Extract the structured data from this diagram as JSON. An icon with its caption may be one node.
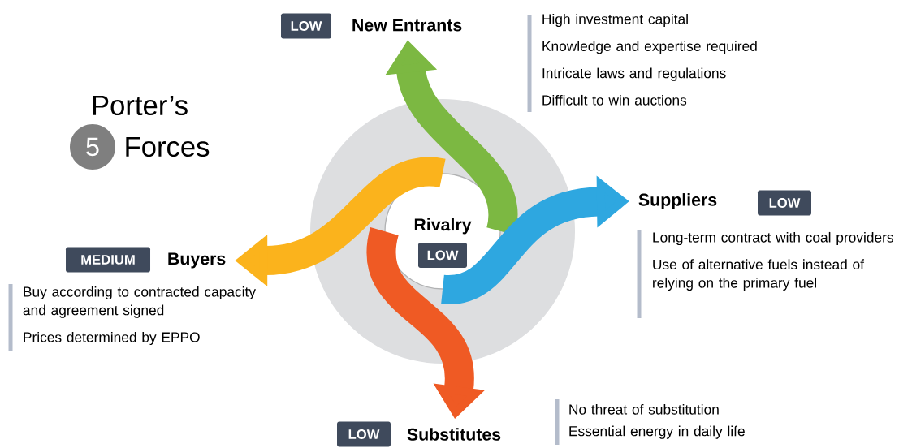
{
  "diagram": {
    "nodes": [
      {
        "text": [
          "Rivalry"
        ]
      },
      {
        "text": [
          "LOW"
        ],
        "in": 0
      },
      {
        "text": [
          "5"
        ],
        "beside": [
          "Forces"
        ]
      },
      {
        "text": [
          "LOW"
        ]
      },
      {
        "text": [
          "New Entrants"
        ]
      },
      {
        "text": [
          "High investment capital",
          "Knowledge and expertise required",
          "Intricate laws and regulations",
          "Difficult to win auctions"
        ]
      },
      {
        "text": [
          "Suppliers"
        ]
      },
      {
        "text": [
          "LOW"
        ]
      },
      {
        "text": [
          "Long-term contract with coal providers",
          "Use of alternative fuels instead of relying on the primary fuel"
        ]
      },
      {
        "text": [
          "MEDIUM"
        ]
      },
      {
        "text": [
          "Buyers"
        ]
      },
      {
        "text": [
          "Buy according to contracted capacity and agreement signed",
          "Prices determined by EPPO"
        ]
      },
      {
        "text": [
          "LOW"
        ]
      },
      {
        "text": [
          "Substitutes"
        ]
      },
      {
        "text": [
          "No threat of substitution",
          "Essential energy in daily life"
        ]
      }
    ],
    "edges": [
      {
        "from": 0,
        "to": 4,
        "arrow": "to",
        "color": "#7cb842"
      },
      {
        "from": 0,
        "to": 6,
        "arrow": "to",
        "color": "#2ea7e0"
      },
      {
        "from": 0,
        "to": 13,
        "arrow": "to",
        "color": "#ef5a24"
      },
      {
        "from": 0,
        "to": 10,
        "arrow": "to",
        "color": "#fbb31c"
      }
    ],
    "labels": [
      "Porter’s"
    ]
  }
}
